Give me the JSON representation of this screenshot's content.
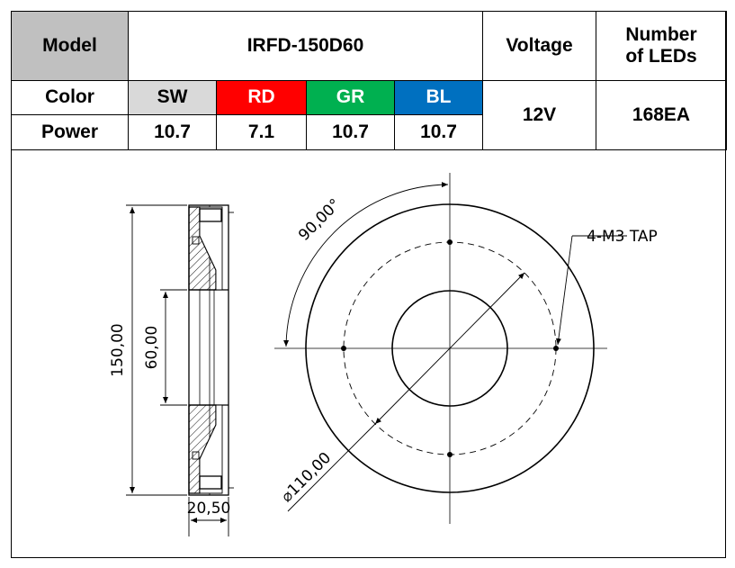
{
  "table": {
    "model_header": "Model",
    "model_value": "IRFD-150D60",
    "voltage_header": "Voltage",
    "leds_header_line1": "Number",
    "leds_header_line2": "of LEDs",
    "color_label": "Color",
    "power_label": "Power",
    "colors": [
      {
        "code": "SW",
        "power": "10.7",
        "bg": "#d9d9d9"
      },
      {
        "code": "RD",
        "power": "7.1",
        "bg": "#ff0000"
      },
      {
        "code": "GR",
        "power": "10.7",
        "bg": "#00b050"
      },
      {
        "code": "BL",
        "power": "10.7",
        "bg": "#0070c0"
      }
    ],
    "voltage_value": "12V",
    "leds_value": "168EA"
  },
  "drawing": {
    "dim_outer_diameter": "150,00",
    "dim_inner_diameter": "60,00",
    "dim_thickness": "20,50",
    "dim_angle": "90,00°",
    "dim_pcd": "⌀110,00",
    "tap_label": "4-M3 TAP"
  }
}
